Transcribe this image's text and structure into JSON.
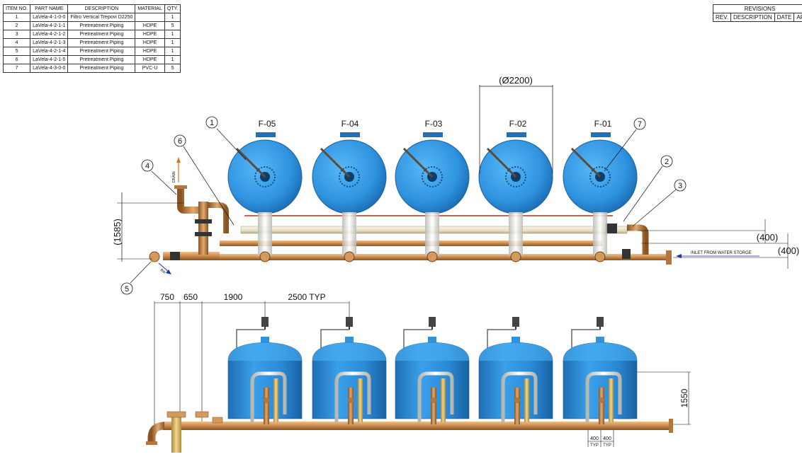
{
  "bom": {
    "headers": [
      "ITEM NO.",
      "PART NAME",
      "DESCRIPTION",
      "MATERIAL",
      "QTY."
    ],
    "rows": [
      [
        "1",
        "LaVela-4-1-0-0",
        "Filtro Vertical Trepovi D2250",
        "",
        "1"
      ],
      [
        "2",
        "LaVela-4-2-1-1",
        "Pretreatment Piping",
        "HDPE",
        "5"
      ],
      [
        "3",
        "LaVela-4-2-1-2",
        "Pretreatment Piping",
        "HDPE",
        "1"
      ],
      [
        "4",
        "LaVela-4-2-1-3",
        "Pretreatment Piping",
        "HDPE",
        "1"
      ],
      [
        "5",
        "LaVela-4-2-1-4",
        "Pretreatment Piping",
        "HDPE",
        "1"
      ],
      [
        "6",
        "LaVela-4-2-1-5",
        "Pretreatment Piping",
        "HDPE",
        "1"
      ],
      [
        "7",
        "LaVela-4-3-0-0",
        "Pretreatment Piping",
        "PVC-U",
        "5"
      ]
    ]
  },
  "revisions": {
    "title": "REVISIONS",
    "headers": [
      "REV.",
      "DESCRIPTION",
      "DATE",
      "AP"
    ]
  },
  "top_view": {
    "filters": [
      "F-05",
      "F-04",
      "F-03",
      "F-02",
      "F-01"
    ],
    "diameter": "Ø2200",
    "height_dim": "1585",
    "offset_dim_1": "400",
    "offset_dim_2": "400",
    "inlet_label": "INLET FROM WATER STORGE",
    "drain_label": "DRAIN",
    "bw_label": "BW",
    "balloons": [
      "1",
      "2",
      "3",
      "4",
      "5",
      "6",
      "7"
    ]
  },
  "front_view": {
    "dim_1": "750",
    "dim_2": "650",
    "dim_3": "1900",
    "dim_4": "2500 TYP",
    "height_dim": "1550",
    "bottom_dim_1": "400",
    "bottom_dim_2": "400",
    "bottom_typ_1": "TYP",
    "bottom_typ_2": "TYP"
  },
  "colors": {
    "tank": "#2f93e0",
    "pipe_copper": "#c9894d",
    "pipe_cream": "#ede7cf",
    "pipe_dark": "#7a4a1e"
  }
}
